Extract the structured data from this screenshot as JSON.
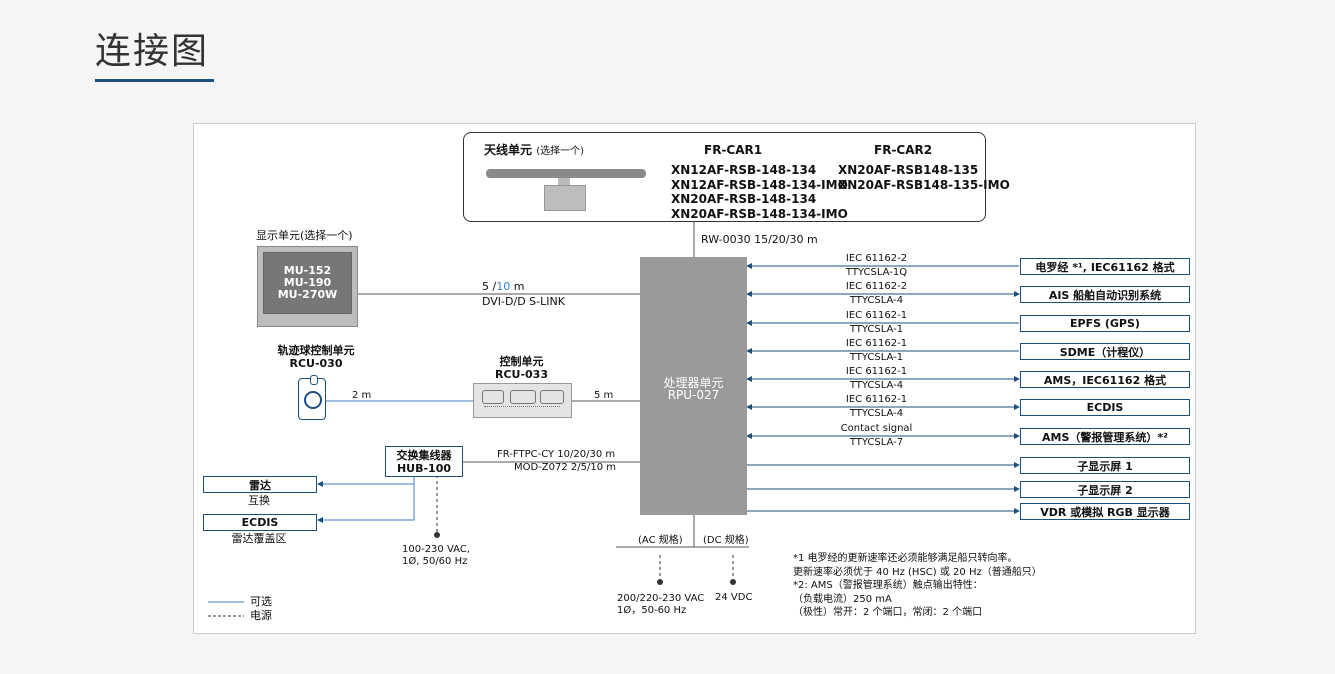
{
  "page": {
    "title": "连接图"
  },
  "antenna": {
    "label": "天线单元",
    "label_note": "(选择一个)",
    "car1": {
      "header": "FR-CAR1",
      "models": [
        "XN12AF-RSB-148-134",
        "XN12AF-RSB-148-134-IMO",
        "XN20AF-RSB-148-134",
        "XN20AF-RSB-148-134-IMO"
      ]
    },
    "car2": {
      "header": "FR-CAR2",
      "models": [
        "XN20AF-RSB148-135",
        "XN20AF-RSB148-135-IMO"
      ]
    },
    "cable": "RW-0030 15/20/30 m"
  },
  "display": {
    "label": "显示单元(选择一个)",
    "models": [
      "MU-152",
      "MU-190",
      "MU-270W"
    ],
    "cable_len_a": "5 /",
    "cable_len_b": "10",
    "cable_len_c": " m",
    "cable_type": "DVI-D/D S-LINK"
  },
  "trackball": {
    "label": "轨迹球控制单元",
    "model": "RCU-030",
    "cable": "2 m"
  },
  "control": {
    "label": "控制单元",
    "model": "RCU-033",
    "cable": "5 m"
  },
  "processor": {
    "label": "处理器单元",
    "model": "RPU-027"
  },
  "hub": {
    "label": "交换集线器",
    "model": "HUB-100",
    "cable1": "FR-FTPC-CY 10/20/30 m",
    "cable2": "MOD-Z072 2/5/10 m",
    "power": [
      "100-230 VAC,",
      "1Ø, 50/60 Hz"
    ]
  },
  "hub_outputs": [
    {
      "label": "雷达",
      "caption": "互换"
    },
    {
      "label": "ECDIS",
      "caption": "雷达覆盖区"
    }
  ],
  "power_supply": {
    "ac_label": "(AC 规格)",
    "dc_label": "(DC 规格)",
    "ac_spec": [
      "200/220-230 VAC",
      "1Ø，50-60 Hz"
    ],
    "dc_spec": "24 VDC"
  },
  "external_devices": [
    {
      "label": "电罗经 *¹, IEC61162 格式",
      "std": "IEC 61162-2",
      "cable": "TTYCSLA-1Q",
      "direction": "in"
    },
    {
      "label": "AIS 船舶自动识别系统",
      "std": "IEC 61162-2",
      "cable": "TTYCSLA-4",
      "direction": "both"
    },
    {
      "label": "EPFS (GPS)",
      "std": "IEC 61162-1",
      "cable": "TTYCSLA-1",
      "direction": "in"
    },
    {
      "label": "SDME（计程仪）",
      "std": "IEC 61162-1",
      "cable": "TTYCSLA-1",
      "direction": "in"
    },
    {
      "label": "AMS，IEC61162 格式",
      "std": "IEC 61162-1",
      "cable": "TTYCSLA-4",
      "direction": "both"
    },
    {
      "label": "ECDIS",
      "std": "IEC 61162-1",
      "cable": "TTYCSLA-4",
      "direction": "both"
    },
    {
      "label": "AMS（警报管理系统）*²",
      "std": "Contact signal",
      "cable": "TTYCSLA-7",
      "direction": "both"
    },
    {
      "label": "子显示屏 1",
      "std": "",
      "cable": "",
      "direction": "out"
    },
    {
      "label": "子显示屏 2",
      "std": "",
      "cable": "",
      "direction": "out"
    },
    {
      "label": "VDR 或模拟 RGB 显示器",
      "std": "",
      "cable": "",
      "direction": "out"
    }
  ],
  "notes": [
    "*1  电罗经的更新速率还必须能够满足船只转向率。",
    "     更新速率必须优于 40 Hz (HSC) 或 20 Hz（普通船只）",
    "*2: AMS（警报管理系统）触点输出特性：",
    "       （负载电流）250 mA",
    "       （极性）常开：2 个端口，常闭：2 个端口"
  ],
  "legend": {
    "optional": "可选",
    "power": "电源"
  },
  "colors": {
    "accent": "#1d4f7c",
    "optional_line": "#3f7fc4",
    "processor": "#9a9a9a"
  }
}
